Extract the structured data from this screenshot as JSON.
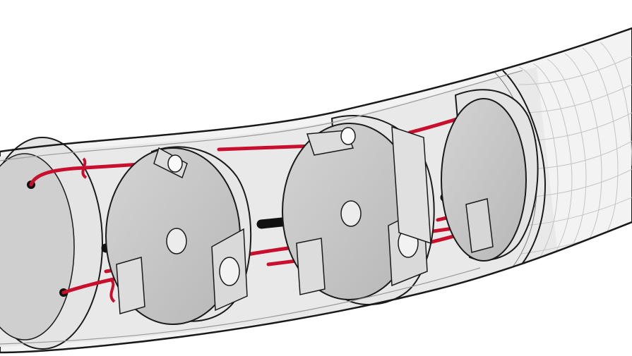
{
  "figure": {
    "colors": {
      "background": "#ffffff",
      "tube_fill": "#efefef",
      "tube_inner": "#e3e3e3",
      "disc_face": "#c9c9c9",
      "disc_rim": "#e6e6e6",
      "disc_shadow": "#a9a9a9",
      "outline": "#1a1a1a",
      "cable_red": "#c8102e",
      "center_rod": "#111111",
      "sheath_line": "#bdbdbd"
    },
    "icons": [
      "tube-body",
      "end-cap",
      "vertebra-disc",
      "tendon-cable",
      "central-rod",
      "braided-sheath"
    ]
  }
}
